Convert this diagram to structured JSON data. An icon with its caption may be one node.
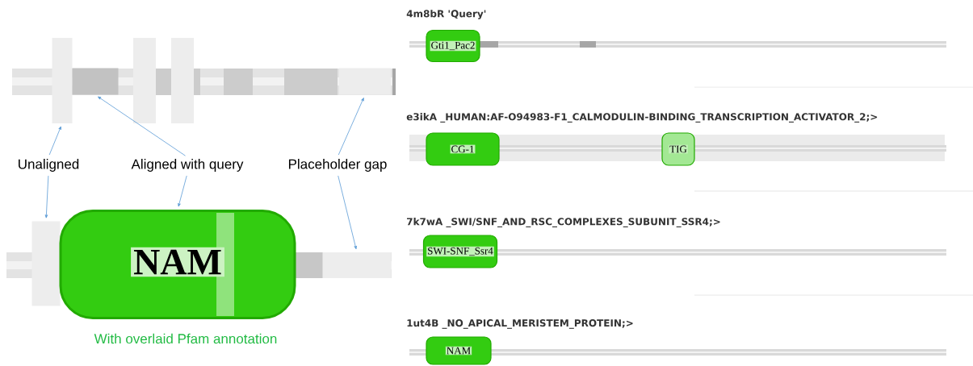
{
  "diagram": {
    "nodes": [
      {
        "text": [
          "Unaligned"
        ]
      },
      {
        "text": [
          "Aligned with query"
        ]
      },
      {
        "text": [
          "Placeholder gap"
        ]
      },
      {
        "text": [],
        "shape": "box"
      },
      {
        "text": [],
        "shape": "bar"
      },
      {
        "text": [],
        "shape": "box"
      },
      {
        "text": [],
        "shape": "box"
      },
      {
        "text": [
          "NAM"
        ]
      },
      {
        "text": [],
        "shape": "box"
      },
      {
        "text": [
          "Gti1_Pac2"
        ]
      },
      {
        "text": [
          "CG-1"
        ]
      },
      {
        "text": [
          "TIG"
        ]
      },
      {
        "text": [
          "SWI-SNF_Ssr4"
        ]
      },
      {
        "text": [
          "NAM"
        ]
      },
      {
        "text": [],
        "shape": "box"
      },
      {
        "text": [],
        "shape": "box"
      }
    ],
    "edges": [
      {
        "from": 0,
        "to": 3,
        "arrow": "to"
      },
      {
        "from": 0,
        "to": 6,
        "arrow": "to"
      },
      {
        "from": 1,
        "to": 4,
        "arrow": "to"
      },
      {
        "from": 1,
        "to": 7,
        "arrow": "to"
      },
      {
        "from": 2,
        "to": 5,
        "arrow": "to"
      },
      {
        "from": 2,
        "to": 8,
        "arrow": "to"
      }
    ],
    "labels": [
      "With overlaid Pfam annotation",
      "4m8bR 'Query'",
      "e3ikA _HUMAN:AF-O94983-F1_CALMODULIN-BINDING_TRANSCRIPTION_ACTIVATOR_2;>",
      "7k7wA _SWI/SNF_AND_RSC_COMPLEXES_SUBUNIT_SSR4;>",
      "1ut4B _NO_APICAL_MERISTEM_PROTEIN;>"
    ]
  }
}
